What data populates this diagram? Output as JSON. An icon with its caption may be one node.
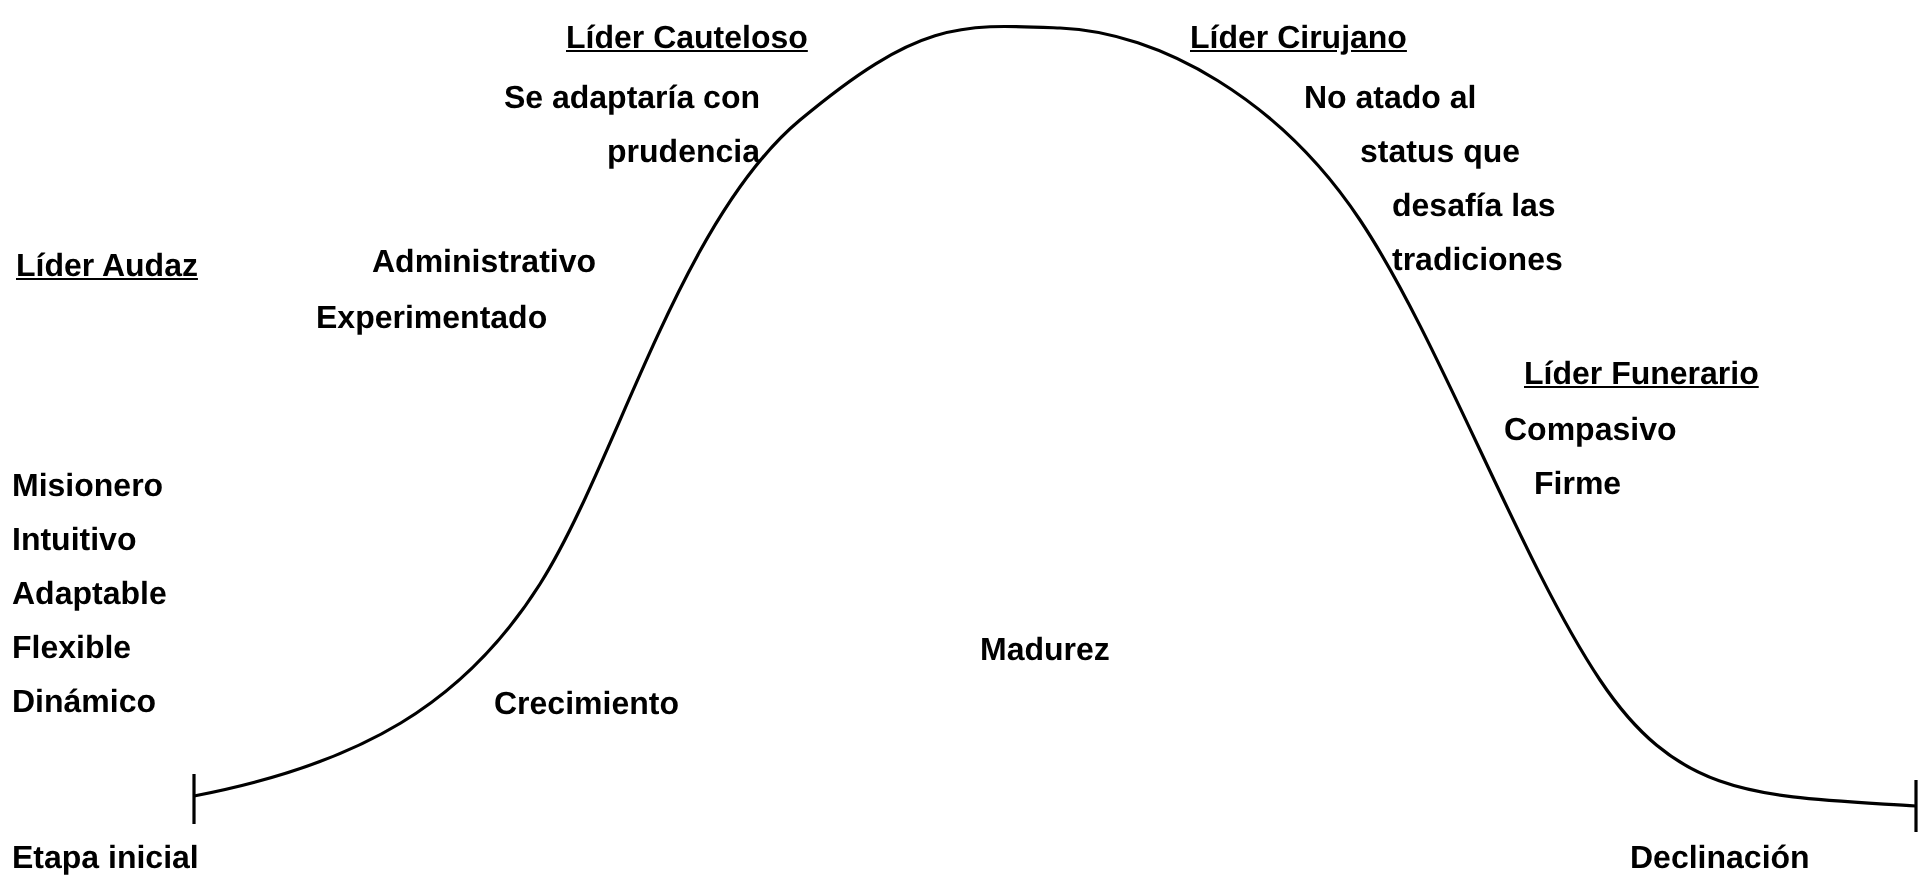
{
  "diagram": {
    "labels": [
      "Líder Cauteloso",
      "Se adaptaría con prudencia",
      "Líder Cirujano",
      "No atado al status que desafía las tradiciones",
      "Líder Audaz",
      "Administrativo",
      "Experimentado",
      "Líder Funerario",
      "Compasivo",
      "Firme",
      "Misionero",
      "Intuitivo",
      "Adaptable",
      "Flexible",
      "Dinámico",
      "Madurez",
      "Crecimiento",
      "Etapa inicial",
      "Declinación"
    ]
  }
}
